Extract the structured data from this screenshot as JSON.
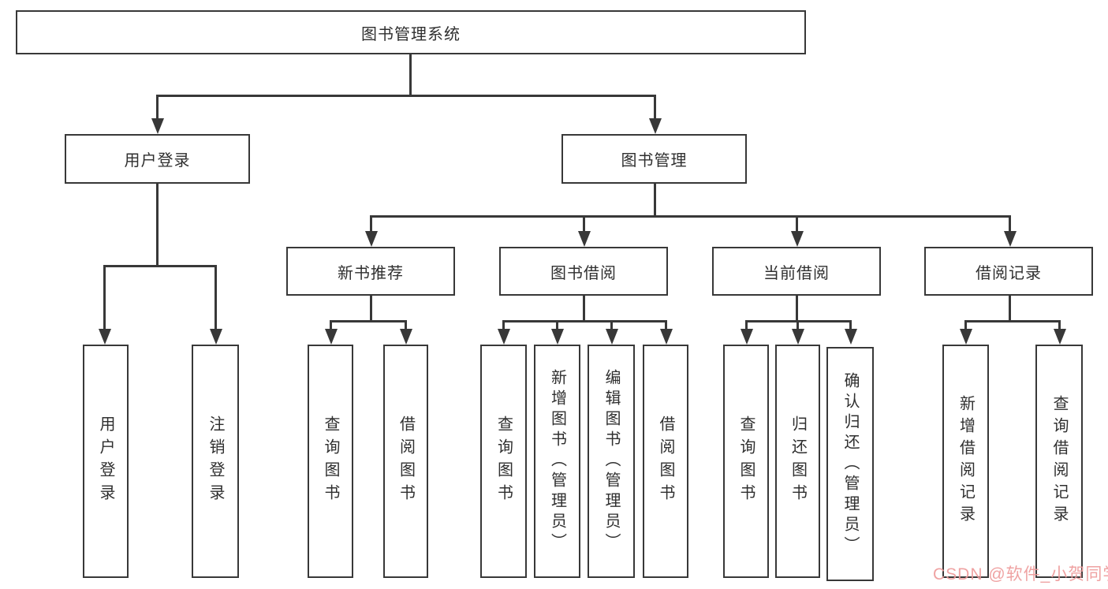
{
  "diagram": {
    "root": "图书管理系统",
    "level2": {
      "user_login": "用户登录",
      "book_mgmt": "图书管理"
    },
    "level3": {
      "new_book_rec": "新书推荐",
      "book_borrow": "图书借阅",
      "current_borrow": "当前借阅",
      "borrow_records": "借阅记录"
    },
    "leaves": {
      "login": "用户登录",
      "logout": "注销登录",
      "rec_query_books": "查询图书",
      "rec_borrow_books": "借阅图书",
      "bb_query_books": "查询图书",
      "bb_add_books": "新增图书（管理员）",
      "bb_edit_books": "编辑图书（管理员）",
      "bb_borrow_books": "借阅图书",
      "cb_query_books": "查询图书",
      "cb_return_books": "归还图书",
      "cb_confirm_return": "确认归还（管理员）",
      "br_add_record": "新增借阅记录",
      "br_query_record": "查询借阅记录"
    }
  },
  "watermark": "CSDN @软件_小贺同学",
  "colors": {
    "line": "#383838",
    "box_border": "#383838",
    "text": "#2f2f2f",
    "watermark": "#ee9a9a",
    "background": "#ffffff"
  }
}
